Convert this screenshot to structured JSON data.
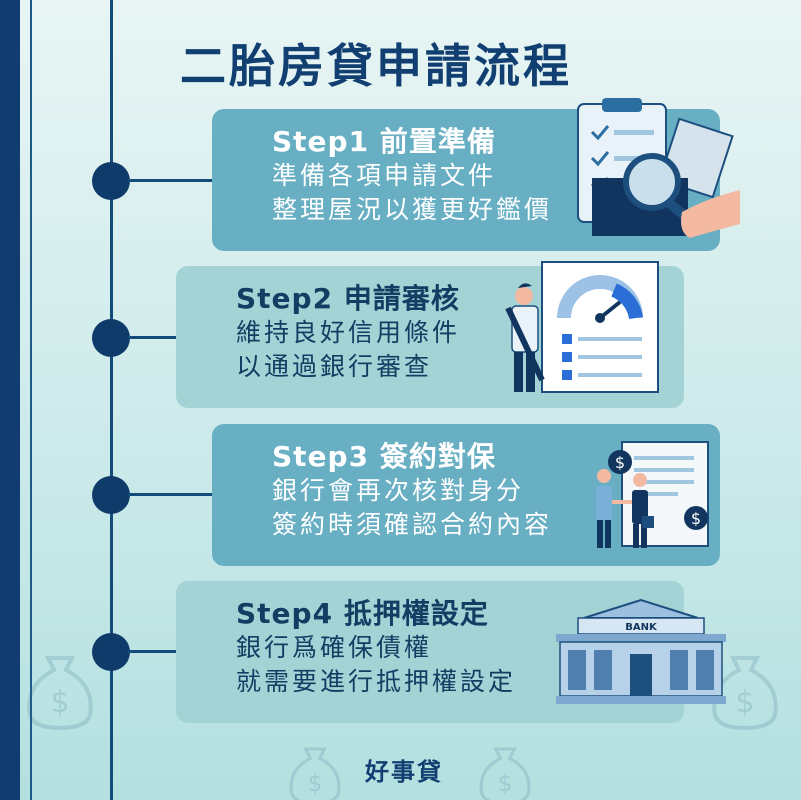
{
  "title": "二胎房貸申請流程",
  "steps": [
    {
      "title": "Step1 前置準備",
      "lines": [
        "準備各項申請文件",
        "整理屋況以獲更好鑑價"
      ]
    },
    {
      "title": "Step2 申請審核",
      "lines": [
        "維持良好信用條件",
        "以通過銀行審查"
      ]
    },
    {
      "title": "Step3 簽約對保",
      "lines": [
        "銀行會再次核對身分",
        "簽約時須確認合約內容"
      ]
    },
    {
      "title": "Step4 抵押權設定",
      "lines": [
        "銀行爲確保債權",
        "就需要進行抵押權設定"
      ]
    }
  ],
  "bank_sign": "BANK",
  "brand": "好事貸",
  "colors": {
    "navy": "#103c70",
    "card_dark": "#68afc4",
    "card_light": "#a4d3d6"
  }
}
